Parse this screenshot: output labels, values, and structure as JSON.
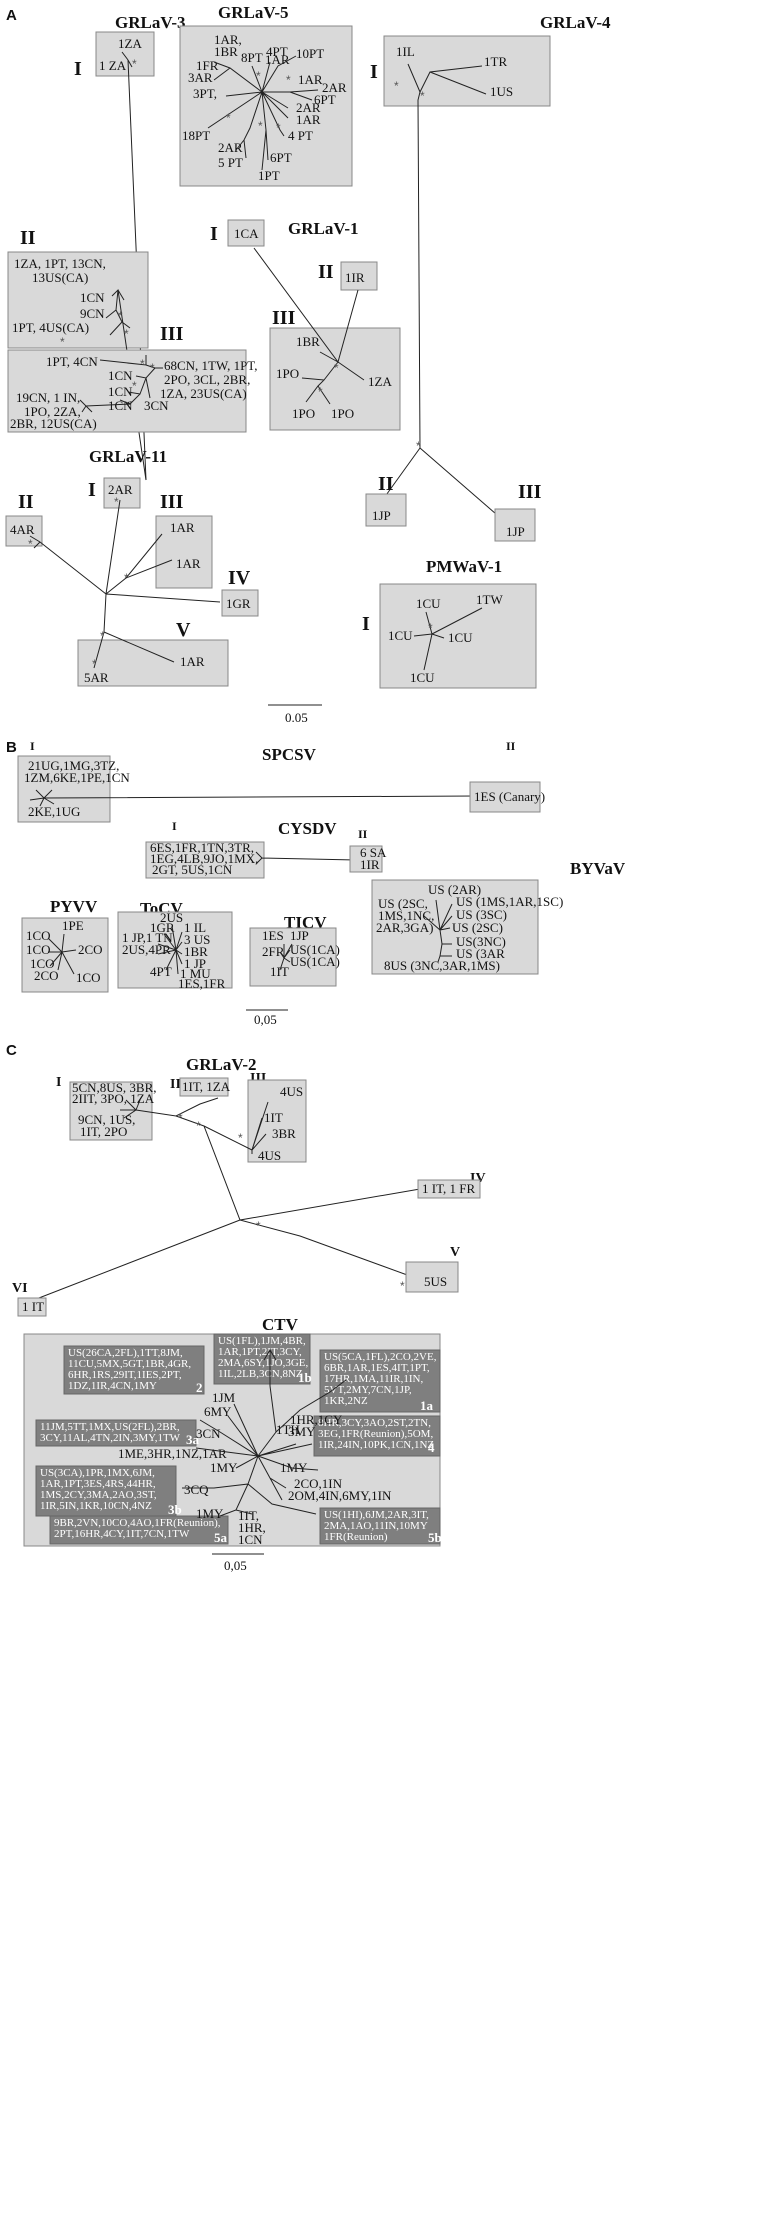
{
  "panels": {
    "a": "A",
    "b": "B",
    "c": "C"
  },
  "scalebar": {
    "a": "0.05",
    "b": "0,05",
    "c": "0,05"
  },
  "grlav3": {
    "title": "GRLaV-3",
    "g1": "I",
    "g2": "II",
    "g3": "III",
    "l1": "1ZA",
    "l2": "1 ZA",
    "l3": "1ZA, 1PT, 13CN,",
    "l3b": "13US(CA)",
    "l4": "1CN",
    "l5": "9CN",
    "l6": "1PT, 4US(CA)",
    "l7": "1PT, 4CN",
    "l8": "1CN",
    "l9": "68CN, 1TW, 1PT,",
    "l9b": "2PO, 3CL, 2BR,",
    "l9c": "1ZA, 23US(CA)",
    "l10": "1CN",
    "l11": "1CN",
    "l12": "3CN",
    "l13": "19CN, 1 IN,",
    "l13b": "1PO, 2ZA,",
    "l13c": "2BR, 12US(CA)"
  },
  "grlav5": {
    "title": "GRLaV-5",
    "l1": "1AR,",
    "l1b": "1BR",
    "l2": "1FR",
    "l3": "3AR",
    "l4": "3PT,",
    "l5": "8PT",
    "l6": "4PT",
    "l6b": "1AR",
    "l7": "10PT",
    "l8": "1AR",
    "l9": "2AR",
    "l10": "6PT",
    "l11": "2AR",
    "l12": "1AR",
    "l13": "18PT",
    "l14": "4 PT",
    "l15": "2AR",
    "l16": "5 PT",
    "l17": "6PT",
    "l18": "1PT"
  },
  "grlav4": {
    "title": "GRLaV-4",
    "g1": "I",
    "g2": "II",
    "g3": "III",
    "l1": "1IL",
    "l2": "1TR",
    "l3": "1US",
    "l4": "1JP",
    "l5": "1JP"
  },
  "grlav1": {
    "title": "GRLaV-1",
    "g1": "I",
    "g2": "II",
    "g3": "III",
    "l1": "1CA",
    "l2": "1IR",
    "l3": "1BR",
    "l4": "1PO",
    "l5": "1ZA",
    "l6": "1PO",
    "l7": "1PO"
  },
  "grlav11": {
    "title": "GRLaV-11",
    "g1": "I",
    "g2": "II",
    "g3": "III",
    "g4": "IV",
    "g5": "V",
    "l1": "2AR",
    "l2": "4AR",
    "l3": "1AR",
    "l4": "1AR",
    "l5": "1GR",
    "l6": "1AR",
    "l7": "5AR"
  },
  "pmwav1": {
    "title": "PMWaV-1",
    "g1": "I",
    "l1": "1CU",
    "l2": "1TW",
    "l3": "1CU",
    "l4": "1CU",
    "l5": "1CU"
  },
  "spcsv": {
    "title": "SPCSV",
    "g1": "I",
    "g2": "II",
    "l1": "21UG,1MG,3TZ,",
    "l1b": "1ZM,6KE,1PE,1CN",
    "l2": "2KE,1UG",
    "l3": "1ES (Canary)"
  },
  "cysdv": {
    "title": "CYSDV",
    "g1": "I",
    "g2": "II",
    "l1": "6ES,1FR,1TN,3TR,",
    "l1b": "1EG,4LB,9JO,1MX,",
    "l1c": "2GT, 5US,1CN",
    "l2": "6 SA",
    "l3": "1IR"
  },
  "byvav": {
    "title": "BYVaV",
    "l1": "US (2AR)",
    "l2": "US (2SC,",
    "l2b": "1MS,1NC,",
    "l2c": "2AR,3GA)",
    "l3": "US (1MS,1AR,1SC)",
    "l4": "US (3SC)",
    "l5": "US (2SC)",
    "l6": "US(3NC)",
    "l7": "US (3AR",
    "l8": "8US (3NC,3AR,1MS)"
  },
  "pyvv": {
    "title": "PYVV",
    "l1": "1PE",
    "l2": "1CO",
    "l3": "1CO",
    "l4": "2CO",
    "l5": "1CO",
    "l6": "2CO",
    "l7": "1CO"
  },
  "tocv": {
    "title": "ToCV",
    "l1": "2US",
    "l2": "1GR",
    "l3": "1 IL",
    "l4": "3 US",
    "l5": "1BR",
    "l6": "1 JP",
    "l7": "1 JP,1 TN",
    "l8": "2US,4PR",
    "l9": "4PT",
    "l10": "1 MU",
    "l11": "1ES,1FR"
  },
  "ticv": {
    "title": "TICV",
    "l1": "1ES",
    "l2": "1JP",
    "l3": "2FR",
    "l4": "US(1CA)",
    "l5": "US(1CA)",
    "l6": "1IT"
  },
  "grlav2": {
    "title": "GRLaV-2",
    "g1": "I",
    "g2": "II",
    "g3": "III",
    "g4": "IV",
    "g5": "V",
    "g6": "VI",
    "l1": "5CN,8US, 3BR,",
    "l1b": "2IIT, 3PO, 1ZA",
    "l2": "9CN, 1US,",
    "l2b": "1IT, 2PO",
    "l3": "1IT, 1ZA",
    "l4": "4US",
    "l5": "1IT",
    "l6": "3BR",
    "l7": "4US",
    "l8": "1 IT, 1 FR",
    "l9": "5US",
    "l10": "1 IT"
  },
  "ctv": {
    "title": "CTV",
    "b2": [
      "US(26CA,2FL),1TT,8JM,",
      "11CU,5MX,5GT,1BR,4GR,",
      "6HR,1RS,29IT,1IES,2PT,",
      "1DZ,1IR,4CN,1MY"
    ],
    "b2tag": "2",
    "b1b": [
      "US(1FL),1JM,4BR,",
      "1AR,1PT,2IT,3CY,",
      "2MA,6SY,1JO,3GE,",
      "1IL,2LB,3CN,8NZ"
    ],
    "b1btag": "1b",
    "b1a": [
      "US(5CA,1FL),2CO,2VE,",
      "6BR,1AR,1ES,4IT,1PT,",
      "17HR,1MA,11IR,1IN,",
      "5VT,2MY,7CN,1JP,",
      "1KR,2NZ"
    ],
    "b1atag": "1a",
    "b3a": [
      "11JM,5TT,1MX,US(2FL),2BR,",
      "3CY,11AL,4TN,2IN,3MY,1TW"
    ],
    "b3atag": "3a",
    "b4": [
      "8HR,3CY,3AO,2ST,2TN,",
      "3EG,1FR(Reunion),5OM,",
      "1IR,24IN,10PK,1CN,1NZ"
    ],
    "b4tag": "4",
    "b3b": [
      "US(3CA),1PR,1MX,6JM,",
      "1AR,1PT,3ES,4RS,44HR,",
      "1MS,2CY,3MA,2AO,3ST,",
      "1IR,5IN,1KR,10CN,4NZ"
    ],
    "b3btag": "3b",
    "b5a": [
      "9BR,2VN,10CO,4AO,1FR(Reunion),",
      "2PT,16HR,4CY,1IT,7CN,1TW"
    ],
    "b5atag": "5a",
    "b5b": [
      "US(1HI),6JM,2AR,3IT,",
      "2MA,1AO,11IN,10MY",
      "1FR(Reunion)"
    ],
    "b5btag": "5b",
    "l1": "1JM",
    "l2": "6MY",
    "l3": "3CN",
    "l4": "1ME,3HR,1NZ,1AR",
    "l5": "1TH",
    "l6": "1HR,1CY",
    "l7": "3MY",
    "l8": "1MY",
    "l9": "1MY",
    "l10": "3CQ",
    "l11": "2CO,1IN",
    "l12": "2OM,4IN,6MY,1IN",
    "l13": "1MY",
    "l14": "1IT,",
    "l14b": "1HR,",
    "l14c": "1CN"
  }
}
